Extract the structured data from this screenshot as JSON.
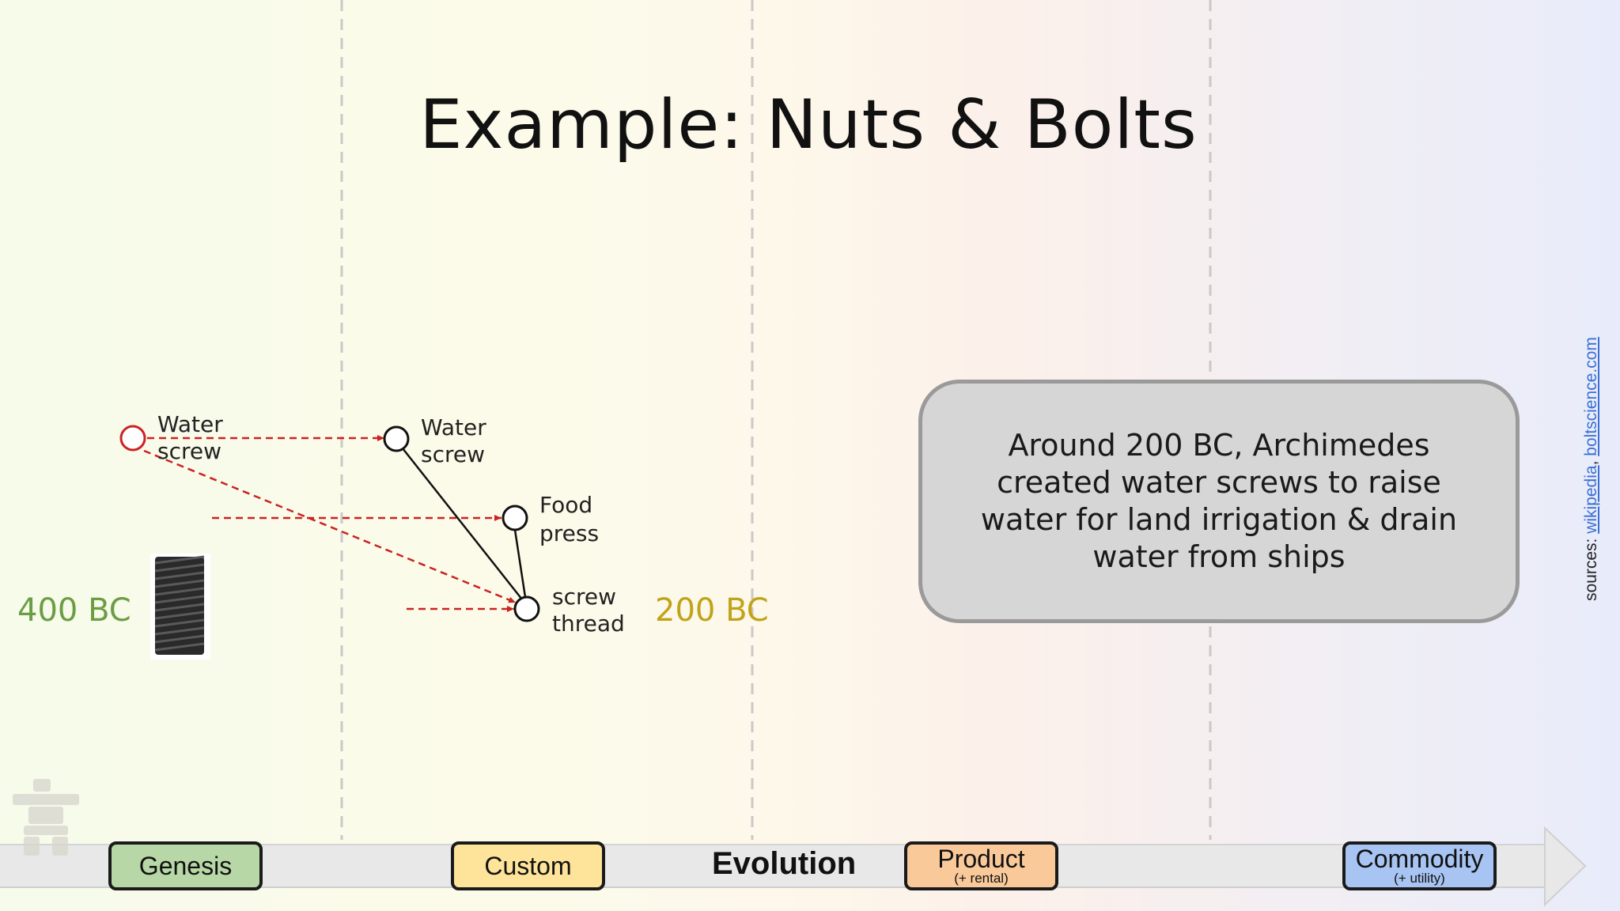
{
  "title": "Example: Nuts & Bolts",
  "nodes": [
    {
      "id": "water-screw-genesis",
      "label_lines": [
        "Water",
        "screw"
      ]
    },
    {
      "id": "water-screw-custom",
      "label_lines": [
        "Water",
        "screw"
      ]
    },
    {
      "id": "food-press",
      "label_lines": [
        "Food",
        "press"
      ]
    },
    {
      "id": "screw-thread",
      "label_lines": [
        "screw",
        "thread"
      ]
    }
  ],
  "eras": {
    "left": "400 BC",
    "right": "200 BC"
  },
  "callout": "Around 200 BC, Archimedes created water screws to raise water for land irrigation & drain water from ships",
  "sources": {
    "prefix": "sources: ",
    "link1": "wikipedia",
    "separator": ", ",
    "link2": "boltscience.com"
  },
  "evolution_axis": {
    "label": "Evolution",
    "stages": [
      {
        "label": "Genesis",
        "sub": ""
      },
      {
        "label": "Custom",
        "sub": ""
      },
      {
        "label": "Product",
        "sub": "(+ rental)"
      },
      {
        "label": "Commodity",
        "sub": "(+ utility)"
      }
    ]
  },
  "colors": {
    "genesis": "#b7d8a6",
    "custom": "#fde49a",
    "product": "#f9c99a",
    "commodity": "#a8c4f2",
    "dashed_arrow": "#cc2222",
    "genesis_node": "#cc2222",
    "era_400": "#6c9d45",
    "era_200": "#c1a31a"
  },
  "icons": [
    "screw-bolt-icon",
    "inukshuk-logo-icon",
    "arrow-head-icon"
  ]
}
